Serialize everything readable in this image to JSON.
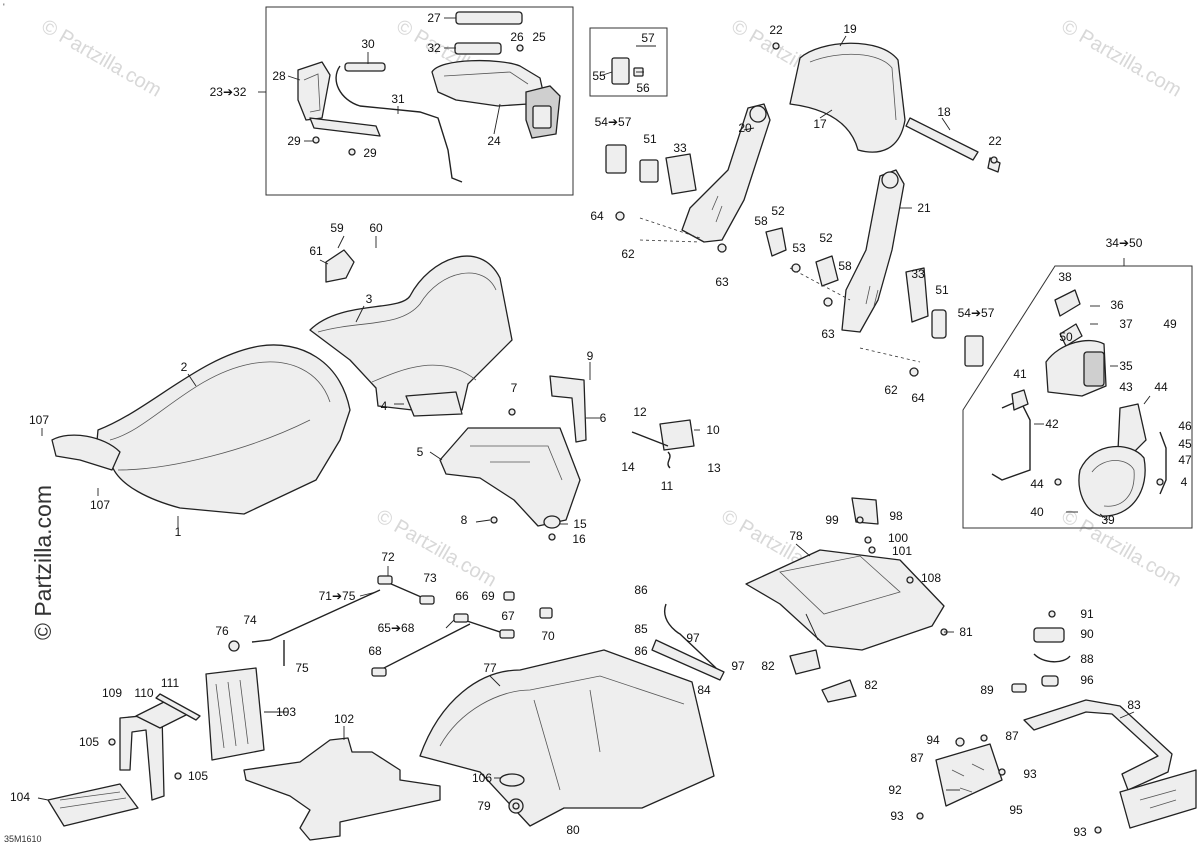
{
  "diagram": {
    "copyright": "© Partzilla.com",
    "watermark": "© Partzilla.com",
    "drawing_code": "35M1610",
    "corner_mark": "'",
    "callouts": [
      {
        "label": "27"
      },
      {
        "label": "30"
      },
      {
        "label": "32"
      },
      {
        "label": "26"
      },
      {
        "label": "25"
      },
      {
        "label": "23➔32"
      },
      {
        "label": "28"
      },
      {
        "label": "31"
      },
      {
        "label": "24"
      },
      {
        "label": "29"
      },
      {
        "label": "29"
      },
      {
        "label": "57"
      },
      {
        "label": "55"
      },
      {
        "label": "56"
      },
      {
        "label": "54➔57"
      },
      {
        "label": "22"
      },
      {
        "label": "19"
      },
      {
        "label": "17"
      },
      {
        "label": "18"
      },
      {
        "label": "22"
      },
      {
        "label": "20"
      },
      {
        "label": "51"
      },
      {
        "label": "33"
      },
      {
        "label": "64"
      },
      {
        "label": "62"
      },
      {
        "label": "58"
      },
      {
        "label": "52"
      },
      {
        "label": "21"
      },
      {
        "label": "53"
      },
      {
        "label": "52"
      },
      {
        "label": "58"
      },
      {
        "label": "63"
      },
      {
        "label": "63"
      },
      {
        "label": "33"
      },
      {
        "label": "51"
      },
      {
        "label": "54➔57"
      },
      {
        "label": "62"
      },
      {
        "label": "64"
      },
      {
        "label": "34➔50"
      },
      {
        "label": "38"
      },
      {
        "label": "36"
      },
      {
        "label": "37"
      },
      {
        "label": "50"
      },
      {
        "label": "49"
      },
      {
        "label": "35"
      },
      {
        "label": "41"
      },
      {
        "label": "43"
      },
      {
        "label": "44"
      },
      {
        "label": "42"
      },
      {
        "label": "46"
      },
      {
        "label": "45"
      },
      {
        "label": "47"
      },
      {
        "label": "44"
      },
      {
        "label": "4"
      },
      {
        "label": "40"
      },
      {
        "label": "39"
      },
      {
        "label": "59"
      },
      {
        "label": "60"
      },
      {
        "label": "61"
      },
      {
        "label": "3"
      },
      {
        "label": "2"
      },
      {
        "label": "4"
      },
      {
        "label": "107"
      },
      {
        "label": "107"
      },
      {
        "label": "1"
      },
      {
        "label": "9"
      },
      {
        "label": "7"
      },
      {
        "label": "6"
      },
      {
        "label": "5"
      },
      {
        "label": "12"
      },
      {
        "label": "10"
      },
      {
        "label": "14"
      },
      {
        "label": "13"
      },
      {
        "label": "11"
      },
      {
        "label": "8"
      },
      {
        "label": "15"
      },
      {
        "label": "16"
      },
      {
        "label": "72"
      },
      {
        "label": "73"
      },
      {
        "label": "71➔75"
      },
      {
        "label": "69"
      },
      {
        "label": "66"
      },
      {
        "label": "67"
      },
      {
        "label": "70"
      },
      {
        "label": "74"
      },
      {
        "label": "76"
      },
      {
        "label": "65➔68"
      },
      {
        "label": "68"
      },
      {
        "label": "75"
      },
      {
        "label": "98"
      },
      {
        "label": "99"
      },
      {
        "label": "100"
      },
      {
        "label": "101"
      },
      {
        "label": "78"
      },
      {
        "label": "108"
      },
      {
        "label": "86"
      },
      {
        "label": "85"
      },
      {
        "label": "97"
      },
      {
        "label": "86"
      },
      {
        "label": "97"
      },
      {
        "label": "81"
      },
      {
        "label": "82"
      },
      {
        "label": "84"
      },
      {
        "label": "82"
      },
      {
        "label": "91"
      },
      {
        "label": "90"
      },
      {
        "label": "88"
      },
      {
        "label": "96"
      },
      {
        "label": "89"
      },
      {
        "label": "83"
      },
      {
        "label": "77"
      },
      {
        "label": "111"
      },
      {
        "label": "109"
      },
      {
        "label": "110"
      },
      {
        "label": "103"
      },
      {
        "label": "102"
      },
      {
        "label": "105"
      },
      {
        "label": "105"
      },
      {
        "label": "104"
      },
      {
        "label": "106"
      },
      {
        "label": "79"
      },
      {
        "label": "80"
      },
      {
        "label": "94"
      },
      {
        "label": "87"
      },
      {
        "label": "87"
      },
      {
        "label": "93"
      },
      {
        "label": "92"
      },
      {
        "label": "93"
      },
      {
        "label": "95"
      },
      {
        "label": "93"
      }
    ]
  }
}
